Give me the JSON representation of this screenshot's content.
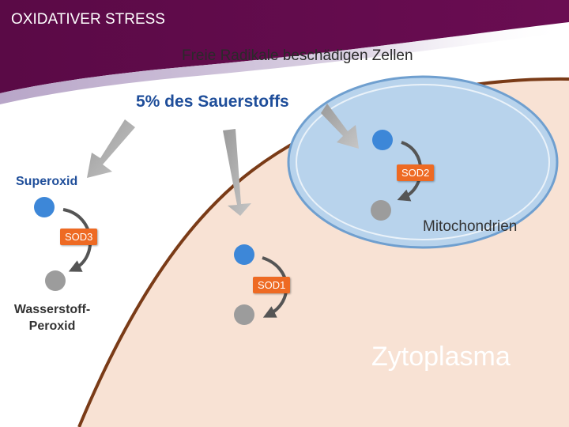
{
  "header": {
    "title": "OXIDATIVER STRESS"
  },
  "subtitle": "Freie Radikale beschädigen Zellen",
  "oxygen_label": "5% des Sauerstoffs",
  "labels": {
    "superoxid": "Superoxid",
    "wasserstoff_peroxid": "Wasserstoff-Peroxid",
    "mitochondrien": "Mitochondrien",
    "zytoplasma": "Zytoplasma"
  },
  "enzymes": {
    "sod1": "SOD1",
    "sod2": "SOD2",
    "sod3": "SOD3"
  },
  "colors": {
    "header_purple": "#5e0a4a",
    "cell_fill": "#f8e2d4",
    "cell_border": "#7a3b17",
    "mitochondria_fill": "#b8d3ec",
    "mitochondria_border": "#6f9fcf",
    "superoxide_dot": "#3d87d8",
    "peroxide_dot": "#9c9c9c",
    "enzyme_box": "#ee6a23",
    "label_blue": "#1f4e9a"
  }
}
